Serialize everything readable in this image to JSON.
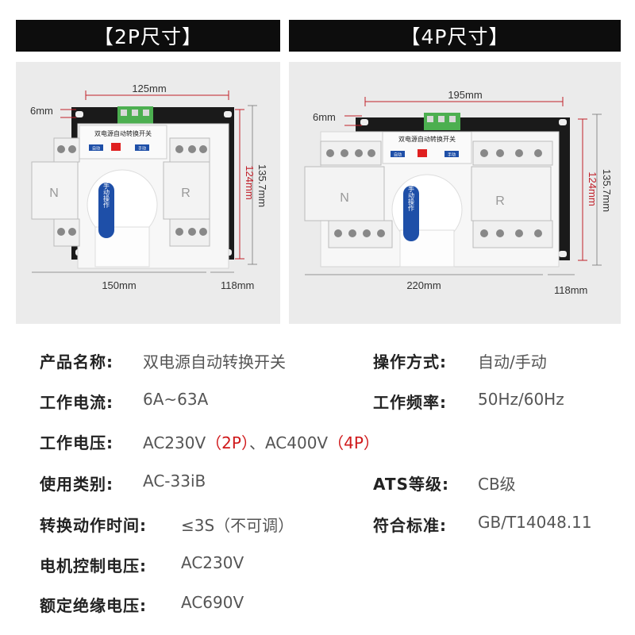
{
  "headers": {
    "left": "【2P尺寸】",
    "right": "【4P尺寸】"
  },
  "left_panel": {
    "dim_width_top": "125mm",
    "dim_gap": "6mm",
    "dim_height_inner": "124mm",
    "dim_height_outer": "135.7mm",
    "dim_width_bottom": "150mm",
    "dim_depth": "118mm",
    "device_title": "双电源自动转换开关",
    "knob_text": "手动操作",
    "side_left": "N",
    "side_right": "R",
    "small_left": "自动",
    "small_right": "手动"
  },
  "right_panel": {
    "dim_width_top": "195mm",
    "dim_gap": "6mm",
    "dim_height_inner": "124mm",
    "dim_height_outer": "135.7mm",
    "dim_width_bottom": "220mm",
    "dim_depth": "118mm",
    "device_title": "双电源自动转换开关",
    "knob_text": "手动操作",
    "side_left": "N",
    "side_right": "R",
    "small_left": "自动",
    "small_right": "手动"
  },
  "specs": {
    "name_label": "产品名称:",
    "name_value": "双电源自动转换开关",
    "operation_label": "操作方式:",
    "operation_value": "自动/手动",
    "current_label": "工作电流:",
    "current_value": "6A~63A",
    "frequency_label": "工作频率:",
    "frequency_value": "50Hz/60Hz",
    "voltage_label": "工作电压:",
    "voltage_v1": "AC230V",
    "voltage_p1": "（2P）",
    "voltage_sep": "、",
    "voltage_v2": "AC400V",
    "voltage_p2": "（4P）",
    "category_label": "使用类别:",
    "category_value": "AC-33iB",
    "ats_label": "ATS等级:",
    "ats_value": "CB级",
    "switch_time_label": "转换动作时间:",
    "switch_time_value": "≤3S（不可调）",
    "standard_label": "符合标准:",
    "standard_value": "GB/T14048.11",
    "motor_voltage_label": "电机控制电压:",
    "motor_voltage_value": "AC230V",
    "insulation_label": "额定绝缘电压:",
    "insulation_value": "AC690V"
  },
  "colors": {
    "header_bg": "#0d0d0d",
    "panel_bg": "#ebebeb",
    "dimension_line": "#c0202a",
    "highlight": "#d0191b",
    "knob_blue": "#1e4fa8",
    "terminal_green": "#4caf50"
  }
}
